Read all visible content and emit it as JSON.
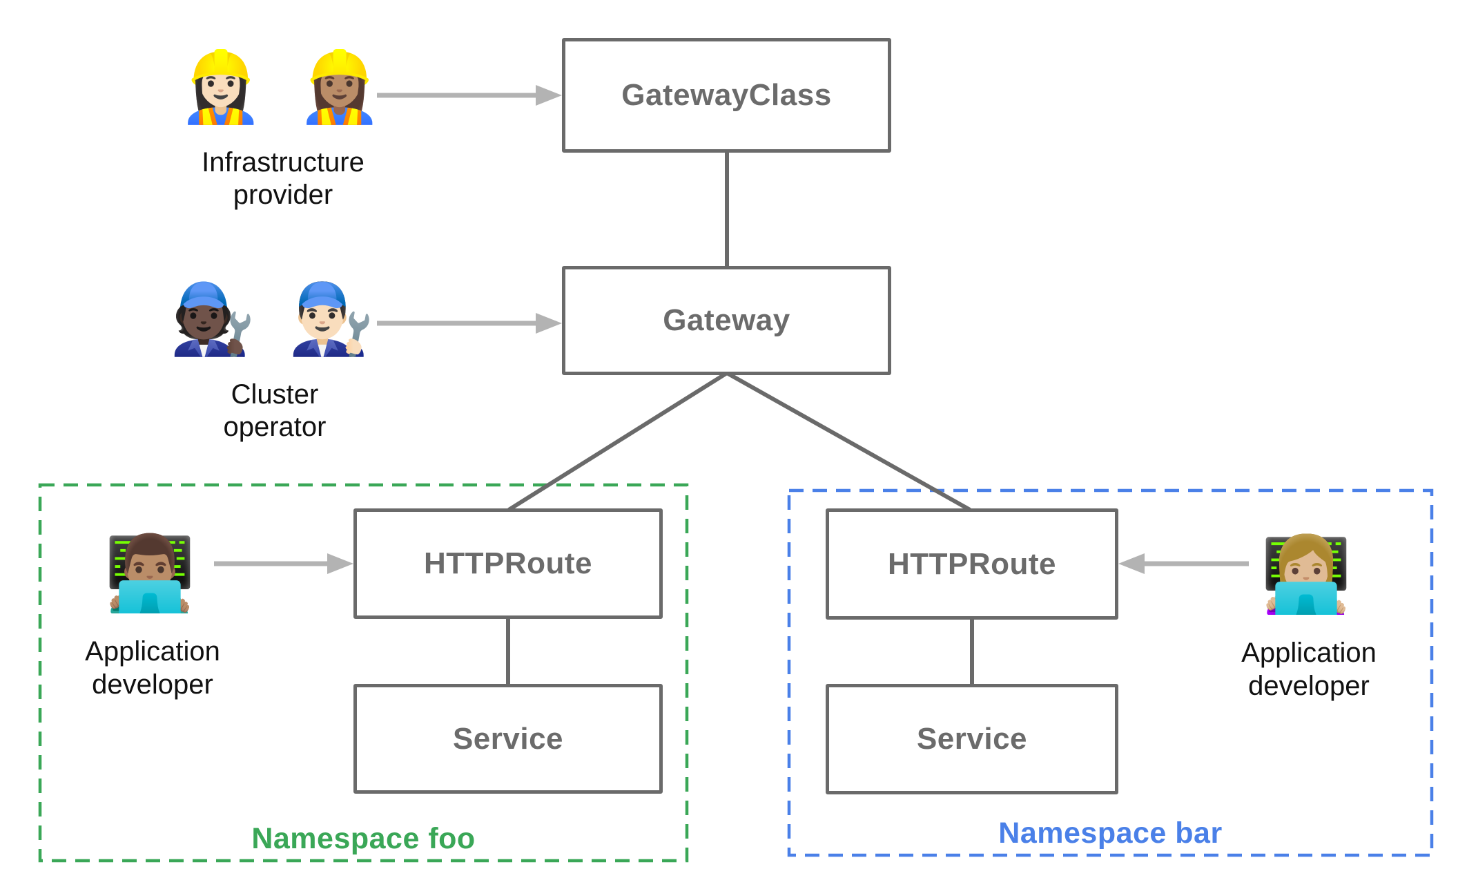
{
  "colors": {
    "box-border": "#6a6a6a",
    "box-text": "#6b6b6b",
    "wire": "#6a6a6a",
    "arrow": "#b3b3b3",
    "ns-foo": "#3aa757",
    "ns-bar": "#4a80e8",
    "persona-text": "#111111",
    "bg": "#ffffff"
  },
  "nodes": {
    "gatewayClass": {
      "label": "GatewayClass"
    },
    "gateway": {
      "label": "Gateway"
    },
    "httprouteFoo": {
      "label": "HTTPRoute"
    },
    "serviceFoo": {
      "label": "Service"
    },
    "httprouteBar": {
      "label": "HTTPRoute"
    },
    "serviceBar": {
      "label": "Service"
    }
  },
  "namespaces": {
    "foo": {
      "label": "Namespace foo"
    },
    "bar": {
      "label": "Namespace bar"
    }
  },
  "personas": {
    "infrastructureProvider": {
      "emojis": "👷🏻‍♀️ 👷🏽‍♀️",
      "label": "Infrastructure provider",
      "icon_name": "construction-workers-icon"
    },
    "clusterOperator": {
      "emojis": "🧑🏿‍🔧 👨🏻‍🔧",
      "label": "Cluster operator",
      "icon_name": "mechanics-icon"
    },
    "appDeveloperFoo": {
      "emojis": "👨🏽‍💻",
      "label": "Application developer",
      "icon_name": "man-technologist-icon"
    },
    "appDeveloperBar": {
      "emojis": "👩🏼‍💻",
      "label": "Application developer",
      "icon_name": "woman-technologist-icon"
    }
  }
}
